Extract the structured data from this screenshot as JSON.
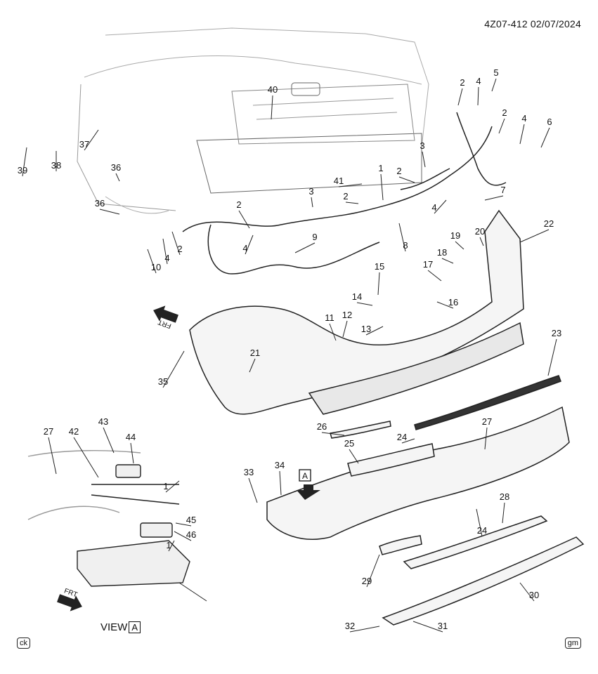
{
  "header": {
    "code": "4Z07-412  02/07/2024"
  },
  "footer": {
    "left_badge": "ck",
    "right_badge": "gm"
  },
  "view": {
    "label": "VIEW",
    "letter": "A"
  },
  "arrows": {
    "frt": "FRT",
    "view_letter": "A"
  },
  "callouts": [
    "1",
    "2",
    "3",
    "4",
    "5",
    "6",
    "7",
    "8",
    "9",
    "10",
    "11",
    "12",
    "13",
    "14",
    "15",
    "16",
    "17",
    "18",
    "19",
    "20",
    "21",
    "22",
    "23",
    "24",
    "25",
    "26",
    "27",
    "28",
    "29",
    "30",
    "31",
    "32",
    "33",
    "34",
    "35",
    "36",
    "37",
    "38",
    "39",
    "40",
    "41",
    "42",
    "43",
    "44",
    "45",
    "46"
  ]
}
